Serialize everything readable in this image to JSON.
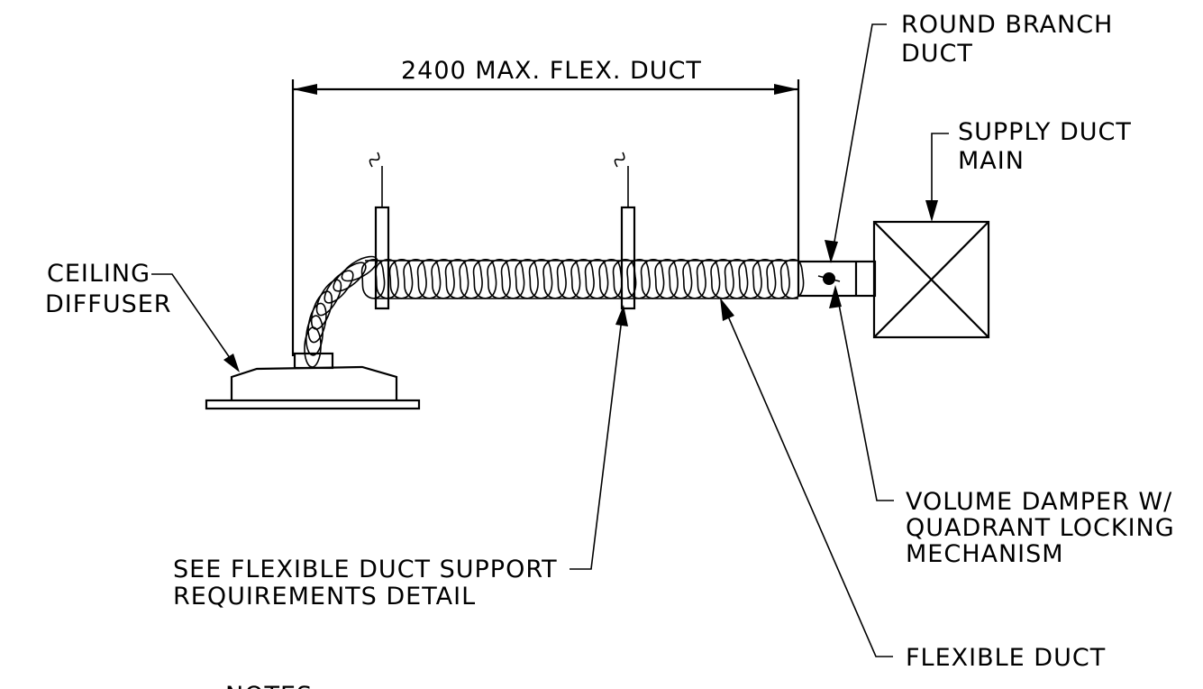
{
  "dimension": {
    "label": "2400 MAX. FLEX. DUCT"
  },
  "labels": {
    "ceiling_diffuser": [
      "CEILING",
      "DIFFUSER"
    ],
    "round_branch_duct": [
      "ROUND BRANCH",
      "DUCT"
    ],
    "supply_duct_main": [
      "SUPPLY DUCT",
      "MAIN"
    ],
    "volume_damper": [
      "VOLUME DAMPER W/",
      "QUADRANT LOCKING",
      "MECHANISM"
    ],
    "support_detail": [
      "SEE FLEXIBLE DUCT SUPPORT",
      "REQUIREMENTS DETAIL"
    ],
    "flexible_duct": [
      "FLEXIBLE DUCT"
    ],
    "notes": "NOTES"
  }
}
